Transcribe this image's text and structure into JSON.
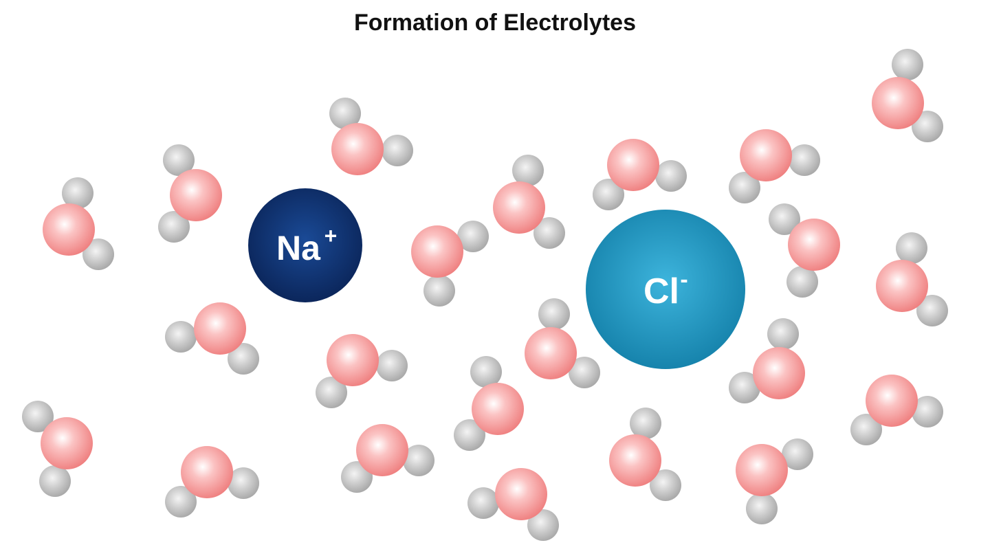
{
  "title": "Formation of Electrolytes",
  "ions": {
    "sodium": {
      "symbol": "Na",
      "charge": "+",
      "color": "#0c2a63"
    },
    "chloride": {
      "symbol": "Cl",
      "charge": "-",
      "color": "#1f93bd"
    }
  },
  "water": {
    "oxygen_color": "#f08a8a",
    "hydrogen_color": "#b5b5b5"
  }
}
